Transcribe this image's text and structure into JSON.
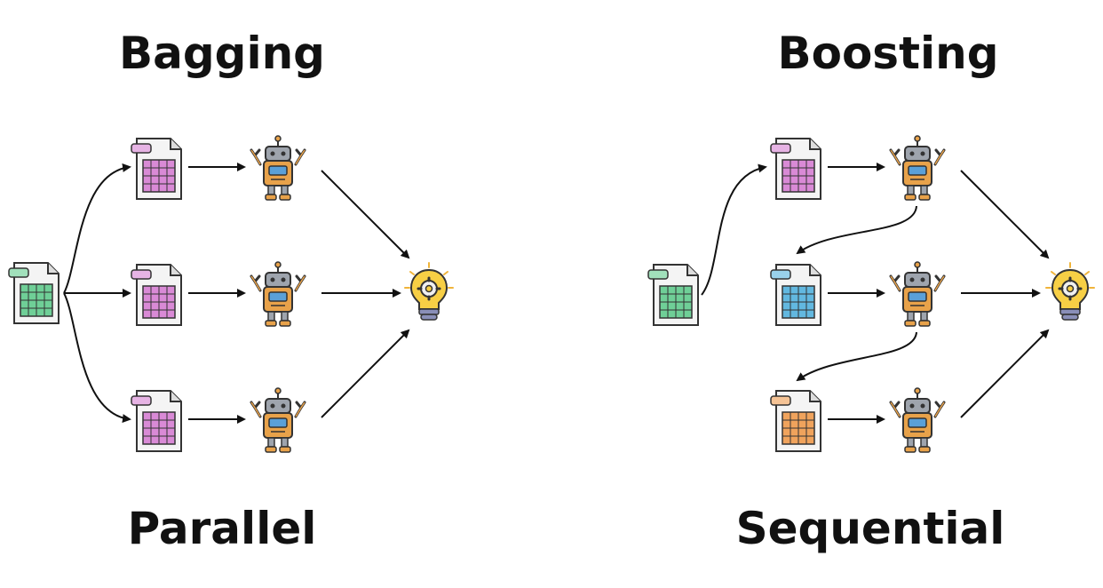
{
  "bagging": {
    "title": "Bagging",
    "subtitle": "Parallel",
    "source_color": "#6fcf97",
    "subset_colors": [
      "#d98ad6",
      "#d98ad6",
      "#d98ad6"
    ]
  },
  "boosting": {
    "title": "Boosting",
    "subtitle": "Sequential",
    "source_color": "#6fcf97",
    "subset_colors": [
      "#d98ad6",
      "#62b8e0",
      "#f0a35c"
    ]
  },
  "icons": {
    "dataset": "spreadsheet-icon",
    "model": "robot-icon",
    "output": "lightbulb-gear-icon"
  },
  "colors": {
    "robot_body": "#e8a24a",
    "robot_metal": "#9ea4ad",
    "robot_screen": "#5aa0d8",
    "bulb": "#f7cf45",
    "bulb_base": "#8a8fb8",
    "arrow": "#111111"
  }
}
